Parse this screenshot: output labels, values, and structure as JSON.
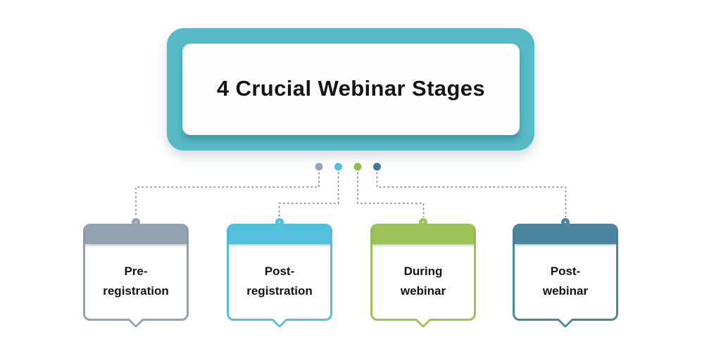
{
  "title": "4 Crucial Webinar Stages",
  "title_color": "#141414",
  "frame_color": "#57BAC6",
  "connector": {
    "color": "#7b7b7b"
  },
  "stages": [
    {
      "id": "pre-registration",
      "line1": "Pre-",
      "line2": "registration",
      "color": "#93A2B1",
      "dot_color": "#98A5B2"
    },
    {
      "id": "post-registration",
      "line1": "Post-",
      "line2": "registration",
      "color": "#53C1DE",
      "dot_color": "#4EC0E0"
    },
    {
      "id": "during-webinar",
      "line1": "During",
      "line2": "webinar",
      "color": "#9CC357",
      "dot_color": "#8FBE4B"
    },
    {
      "id": "post-webinar",
      "line1": "Post-",
      "line2": "webinar",
      "color": "#4A869F",
      "dot_color": "#3A7C99"
    }
  ]
}
